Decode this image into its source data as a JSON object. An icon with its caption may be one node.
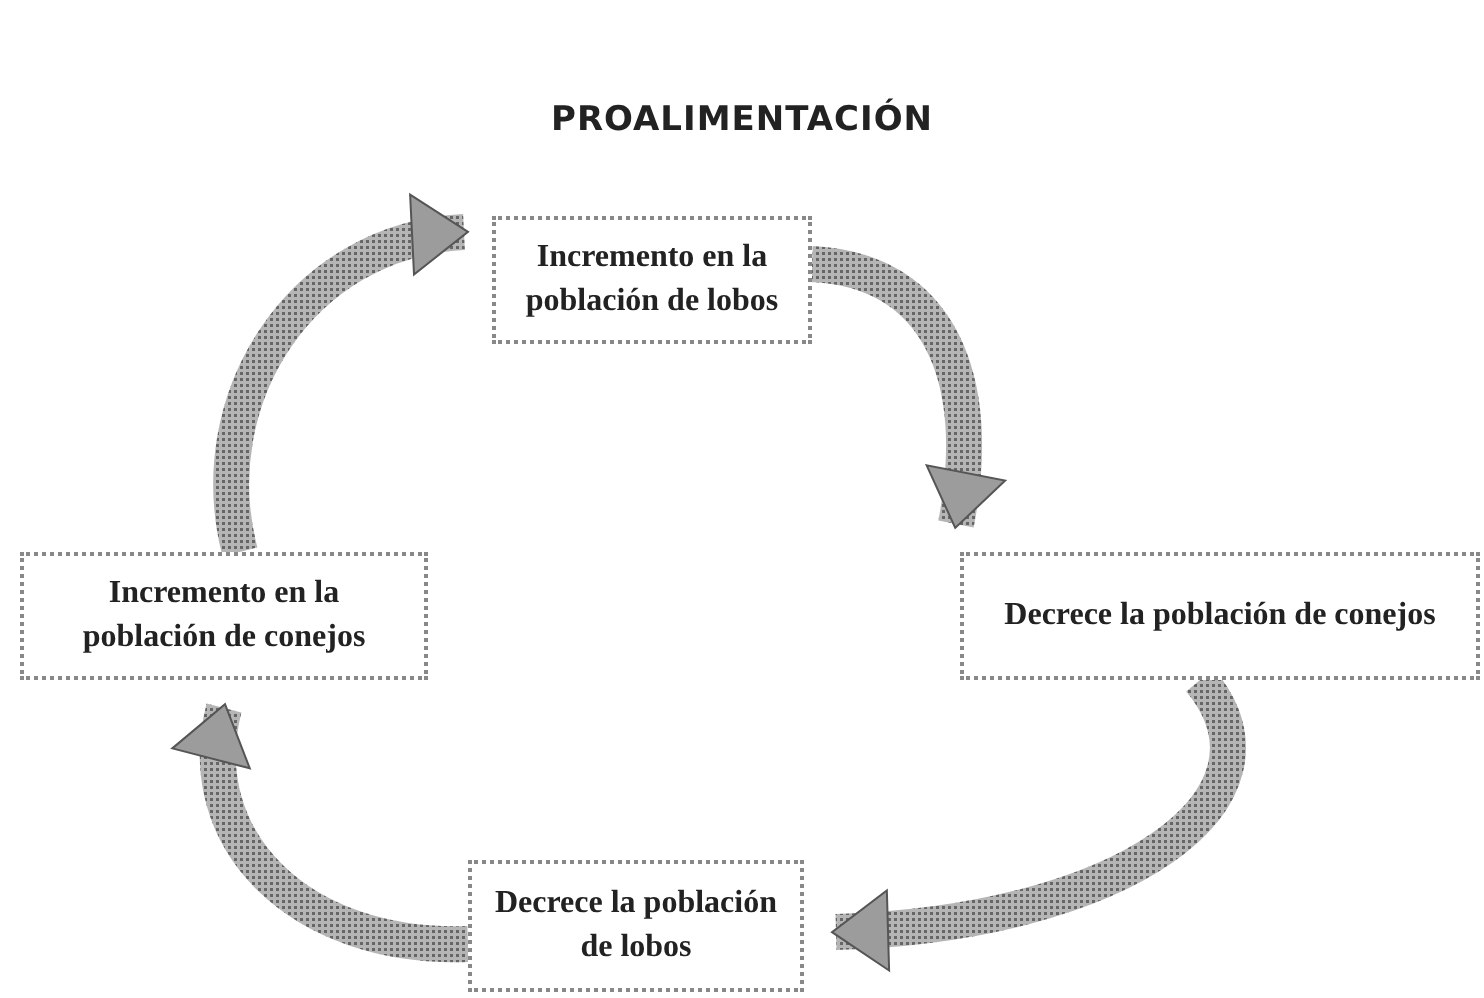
{
  "diagram": {
    "title": "PROALIMENTACIÓN",
    "nodes": [
      {
        "text": [
          "Incremento en la población de lobos"
        ]
      },
      {
        "text": [
          "Decrece la población de conejos"
        ]
      },
      {
        "text": [
          "Decrece la población de lobos"
        ]
      },
      {
        "text": [
          "Incremento en la población de conejos"
        ]
      }
    ],
    "edges": [
      {
        "from": 0,
        "to": 1,
        "arrow": "to"
      },
      {
        "from": 1,
        "to": 2,
        "arrow": "to"
      },
      {
        "from": 2,
        "to": 3,
        "arrow": "to"
      },
      {
        "from": 3,
        "to": 0,
        "arrow": "to"
      }
    ]
  }
}
